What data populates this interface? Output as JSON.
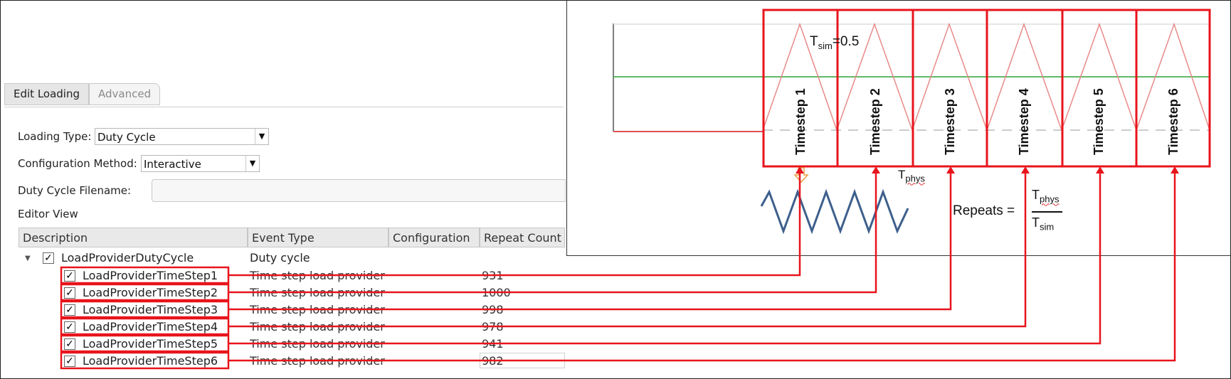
{
  "tabs": [
    {
      "label": "Edit Loading",
      "active": true
    },
    {
      "label": "Advanced",
      "active": false
    }
  ],
  "form": {
    "loading_type_label": "Loading Type:",
    "loading_type_value": "Duty Cycle",
    "config_method_label": "Configuration Method:",
    "config_method_value": "Interactive",
    "duty_cycle_filename_label": "Duty Cycle Filename:",
    "duty_cycle_filename_value": "",
    "editor_view_label": "Editor View"
  },
  "table": {
    "columns": [
      "Description",
      "Event Type",
      "Configuration",
      "Repeat Count"
    ],
    "parent": {
      "description": "LoadProviderDutyCycle",
      "event_type": "Duty cycle"
    },
    "rows": [
      {
        "description": "LoadProviderTimeStep1",
        "event_type": "Time step load provider",
        "repeat_count": "931"
      },
      {
        "description": "LoadProviderTimeStep2",
        "event_type": "Time step load provider",
        "repeat_count": "1000"
      },
      {
        "description": "LoadProviderTimeStep3",
        "event_type": "Time step load provider",
        "repeat_count": "998"
      },
      {
        "description": "LoadProviderTimeStep4",
        "event_type": "Time step load provider",
        "repeat_count": "978"
      },
      {
        "description": "LoadProviderTimeStep5",
        "event_type": "Time step load provider",
        "repeat_count": "941"
      },
      {
        "description": "LoadProviderTimeStep6",
        "event_type": "Time step load provider",
        "repeat_count": "982"
      }
    ]
  },
  "diagram": {
    "timesteps": [
      "Timestep 1",
      "Timestep 2",
      "Timestep 3",
      "Timestep 4",
      "Timestep 5",
      "Timestep 6"
    ],
    "tsim_symbol": "T",
    "tsim_sub": "sim",
    "tsim_value": "=0.5",
    "tphys_symbol": "T",
    "tphys_sub": "phys",
    "repeats_label": "Repeats =",
    "fraction_num_symbol": "T",
    "fraction_num_sub": "phys",
    "fraction_den_symbol": "T",
    "fraction_den_sub": "sim",
    "colors": {
      "highlight": "#e8141c",
      "triangle": "#e88a8a",
      "green_line": "#4caf50",
      "sine": "#3d5f8c",
      "arrow_orange": "#e8a040"
    }
  }
}
